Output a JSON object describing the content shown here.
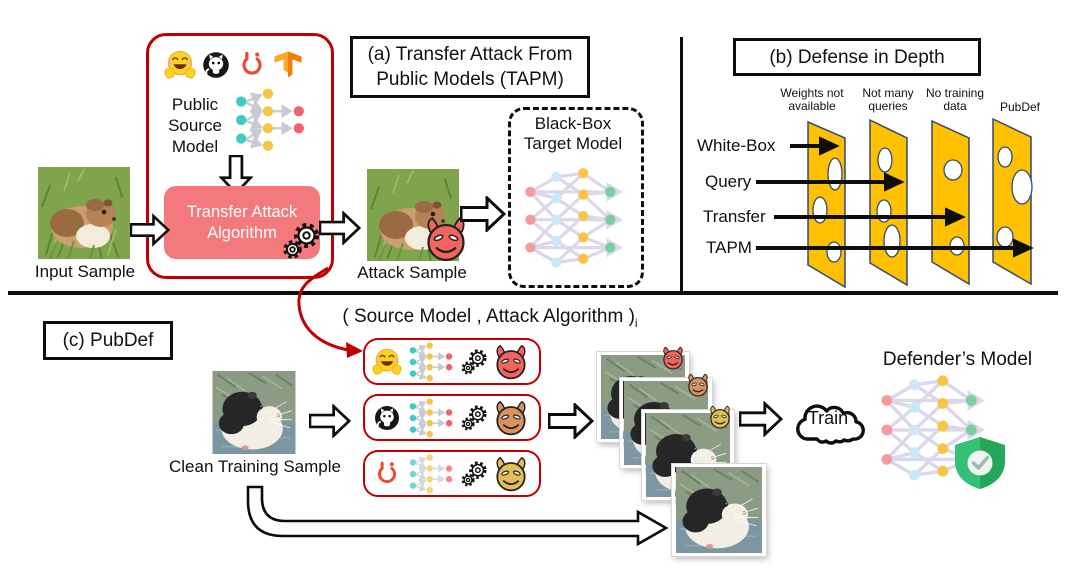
{
  "panel_a": {
    "title": "(a) Transfer Attack From Public Models (TAPM)",
    "input_label": "Input Sample",
    "source_model_label": "Public Source Model",
    "attack_algorithm_label": "Transfer Attack Algorithm",
    "attack_sample_label": "Attack Sample",
    "target_model_label": "Black-Box Target Model"
  },
  "panel_b": {
    "title": "(b) Defense in Depth",
    "barriers": [
      "Weights not available",
      "Not many queries",
      "No training data",
      "PubDef"
    ],
    "attacks": [
      "White-Box",
      "Query",
      "Transfer",
      "TAPM"
    ]
  },
  "panel_c": {
    "title": "(c) PubDef",
    "pair_label": "( Source Model , Attack Algorithm )",
    "pair_subscript": "i",
    "clean_sample_label": "Clean Training Sample",
    "train_label": "Train",
    "defender_model_label": "Defender’s Model"
  },
  "icons": {
    "sources": [
      "huggingface-icon",
      "github-icon",
      "pytorch-icon",
      "tensorflow-icon"
    ],
    "attack_gear": "gears-icon",
    "devils": [
      "red-devil-icon",
      "orange-devil-icon",
      "yellow-devil-icon"
    ],
    "shield": "shield-check-icon"
  },
  "colors": {
    "attack_border_red": "#C00000",
    "attack_algorithm_fill": "#F4797C",
    "cheese_fill": "#FFC000",
    "devil_red": "#F4645C",
    "devil_orange": "#D9935F",
    "devil_yellow": "#E2BE55",
    "shield_green": "#26A65B"
  }
}
